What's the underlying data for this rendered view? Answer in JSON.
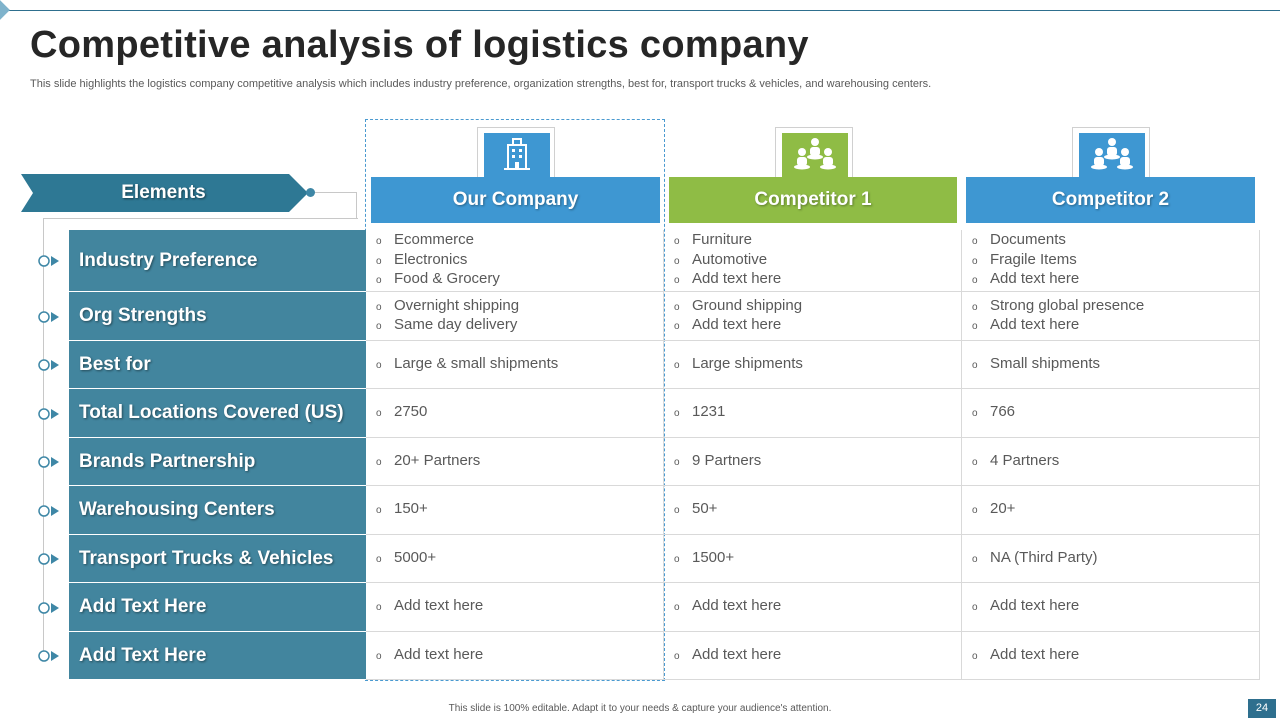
{
  "slide": {
    "title": "Competitive analysis of logistics company",
    "subtitle": "This slide highlights the logistics company competitive analysis which includes industry preference, organization strengths, best for, transport trucks & vehicles, and warehousing centers.",
    "footer_note": "This slide is 100% editable. Adapt it to your needs & capture your audience's attention.",
    "page_number": "24"
  },
  "elements_label": "Elements",
  "colors": {
    "dark_teal": "#2e6f8e",
    "row_label_bg": "#42859e",
    "our_company": "#3e97d2",
    "competitor_1": "#8fbc45",
    "competitor_2": "#3e97d2"
  },
  "columns": [
    {
      "label": "Our Company",
      "icon": "office-building-icon",
      "color": "#3e97d2"
    },
    {
      "label": "Competitor 1",
      "icon": "people-group-icon",
      "color": "#8fbc45"
    },
    {
      "label": "Competitor 2",
      "icon": "people-group-icon",
      "color": "#3e97d2"
    }
  ],
  "rows": [
    {
      "label": "Industry Preference",
      "cells": [
        [
          "Ecommerce",
          "Electronics",
          "Food & Grocery"
        ],
        [
          "Furniture",
          "Automotive",
          "Add text here"
        ],
        [
          "Documents",
          "Fragile Items",
          "Add text here"
        ]
      ]
    },
    {
      "label": "Org Strengths",
      "cells": [
        [
          "Overnight shipping",
          "Same day delivery"
        ],
        [
          "Ground shipping",
          "Add text here"
        ],
        [
          "Strong global presence",
          "Add text here"
        ]
      ]
    },
    {
      "label": "Best for",
      "cells": [
        [
          "Large & small shipments"
        ],
        [
          "Large shipments"
        ],
        [
          "Small shipments"
        ]
      ]
    },
    {
      "label": "Total Locations Covered (US)",
      "cells": [
        [
          "2750"
        ],
        [
          "1231"
        ],
        [
          "766"
        ]
      ]
    },
    {
      "label": "Brands Partnership",
      "cells": [
        [
          "20+ Partners"
        ],
        [
          "9 Partners"
        ],
        [
          "4 Partners"
        ]
      ]
    },
    {
      "label": "Warehousing Centers",
      "cells": [
        [
          "150+"
        ],
        [
          "50+"
        ],
        [
          "20+"
        ]
      ]
    },
    {
      "label": "Transport Trucks & Vehicles",
      "cells": [
        [
          "5000+"
        ],
        [
          "1500+"
        ],
        [
          "NA (Third Party)"
        ]
      ]
    },
    {
      "label": "Add Text Here",
      "cells": [
        [
          "Add text here"
        ],
        [
          "Add text here"
        ],
        [
          "Add text here"
        ]
      ]
    },
    {
      "label": "Add Text Here",
      "cells": [
        [
          "Add text here"
        ],
        [
          "Add text here"
        ],
        [
          "Add text here"
        ]
      ]
    }
  ]
}
